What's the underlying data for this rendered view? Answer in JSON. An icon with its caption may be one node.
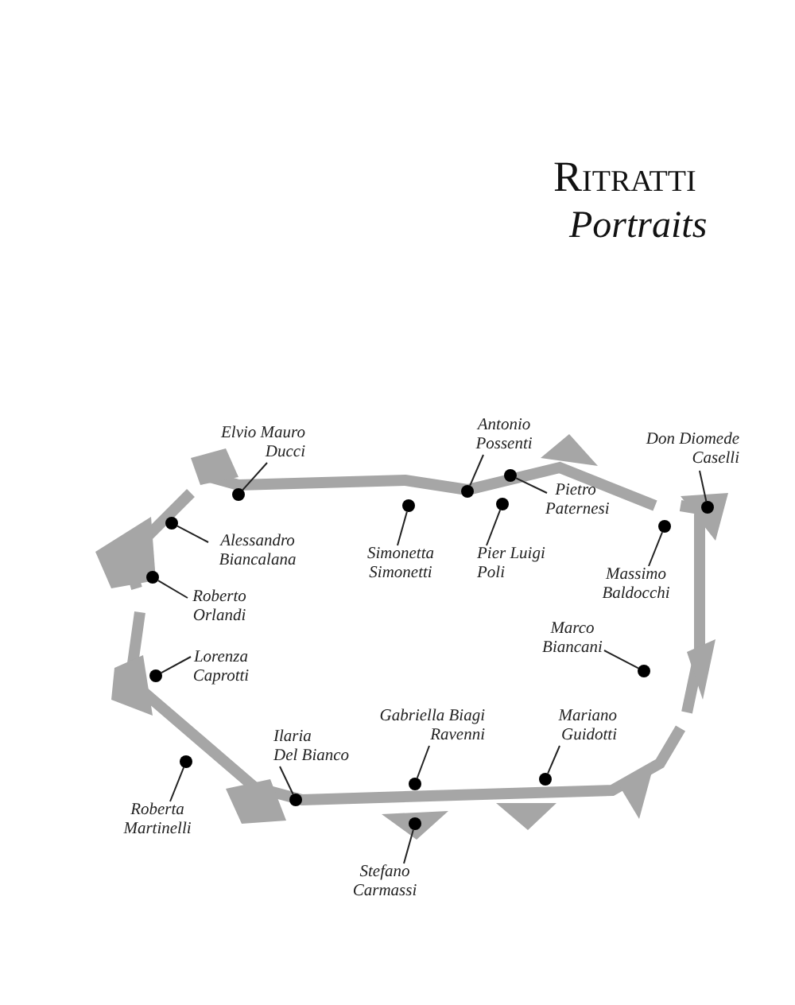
{
  "diagram": {
    "title": "Ritratti",
    "nodes": [
      {
        "text": [
          "Elvio Mauro Ducci"
        ]
      },
      {
        "text": [
          "Antonio Possenti"
        ]
      },
      {
        "text": [
          "Don Diomede Caselli"
        ]
      },
      {
        "text": [
          "Pietro Paternesi"
        ]
      },
      {
        "text": [
          "Alessandro Biancalana"
        ]
      },
      {
        "text": [
          "Simonetta Simonetti"
        ]
      },
      {
        "text": [
          "Pier Luigi Poli"
        ]
      },
      {
        "text": [
          "Massimo Baldocchi"
        ]
      },
      {
        "text": [
          "Roberto Orlandi"
        ]
      },
      {
        "text": [
          "Marco Biancani"
        ]
      },
      {
        "text": [
          "Lorenza Caprotti"
        ]
      },
      {
        "text": [
          "Ilaria Del Bianco"
        ]
      },
      {
        "text": [
          "Gabriella Biagi Ravenni"
        ]
      },
      {
        "text": [
          "Mariano Guidotti"
        ]
      },
      {
        "text": [
          "Roberta Martinelli"
        ]
      },
      {
        "text": [
          "Stefano Carmassi"
        ]
      },
      {
        "text": [],
        "shape": "circle"
      },
      {
        "text": [],
        "shape": "circle"
      },
      {
        "text": [],
        "shape": "circle"
      },
      {
        "text": [],
        "shape": "circle"
      },
      {
        "text": [],
        "shape": "circle"
      },
      {
        "text": [],
        "shape": "circle"
      },
      {
        "text": [],
        "shape": "circle"
      },
      {
        "text": [],
        "shape": "circle"
      },
      {
        "text": [],
        "shape": "circle"
      },
      {
        "text": [],
        "shape": "circle"
      },
      {
        "text": [],
        "shape": "circle"
      },
      {
        "text": [],
        "shape": "circle"
      },
      {
        "text": [],
        "shape": "circle"
      },
      {
        "text": [],
        "shape": "circle"
      },
      {
        "text": [],
        "shape": "circle"
      },
      {
        "text": [],
        "shape": "circle"
      }
    ],
    "edges": [
      {
        "from": 0,
        "to": 16,
        "arrow": "none"
      },
      {
        "from": 1,
        "to": 17,
        "arrow": "none"
      },
      {
        "from": 2,
        "to": 18,
        "arrow": "none"
      },
      {
        "from": 3,
        "to": 19,
        "arrow": "none"
      },
      {
        "from": 4,
        "to": 20,
        "arrow": "none"
      },
      {
        "from": 5,
        "to": 21,
        "arrow": "none"
      },
      {
        "from": 6,
        "to": 22,
        "arrow": "none"
      },
      {
        "from": 7,
        "to": 23,
        "arrow": "none"
      },
      {
        "from": 8,
        "to": 24,
        "arrow": "none"
      },
      {
        "from": 9,
        "to": 25,
        "arrow": "none"
      },
      {
        "from": 10,
        "to": 26,
        "arrow": "none"
      },
      {
        "from": 11,
        "to": 27,
        "arrow": "none"
      },
      {
        "from": 12,
        "to": 28,
        "arrow": "none"
      },
      {
        "from": 13,
        "to": 29,
        "arrow": "none"
      },
      {
        "from": 14,
        "to": 30,
        "arrow": "none"
      },
      {
        "from": 15,
        "to": 31,
        "arrow": "none"
      }
    ],
    "labels": [
      "Portraits"
    ]
  }
}
